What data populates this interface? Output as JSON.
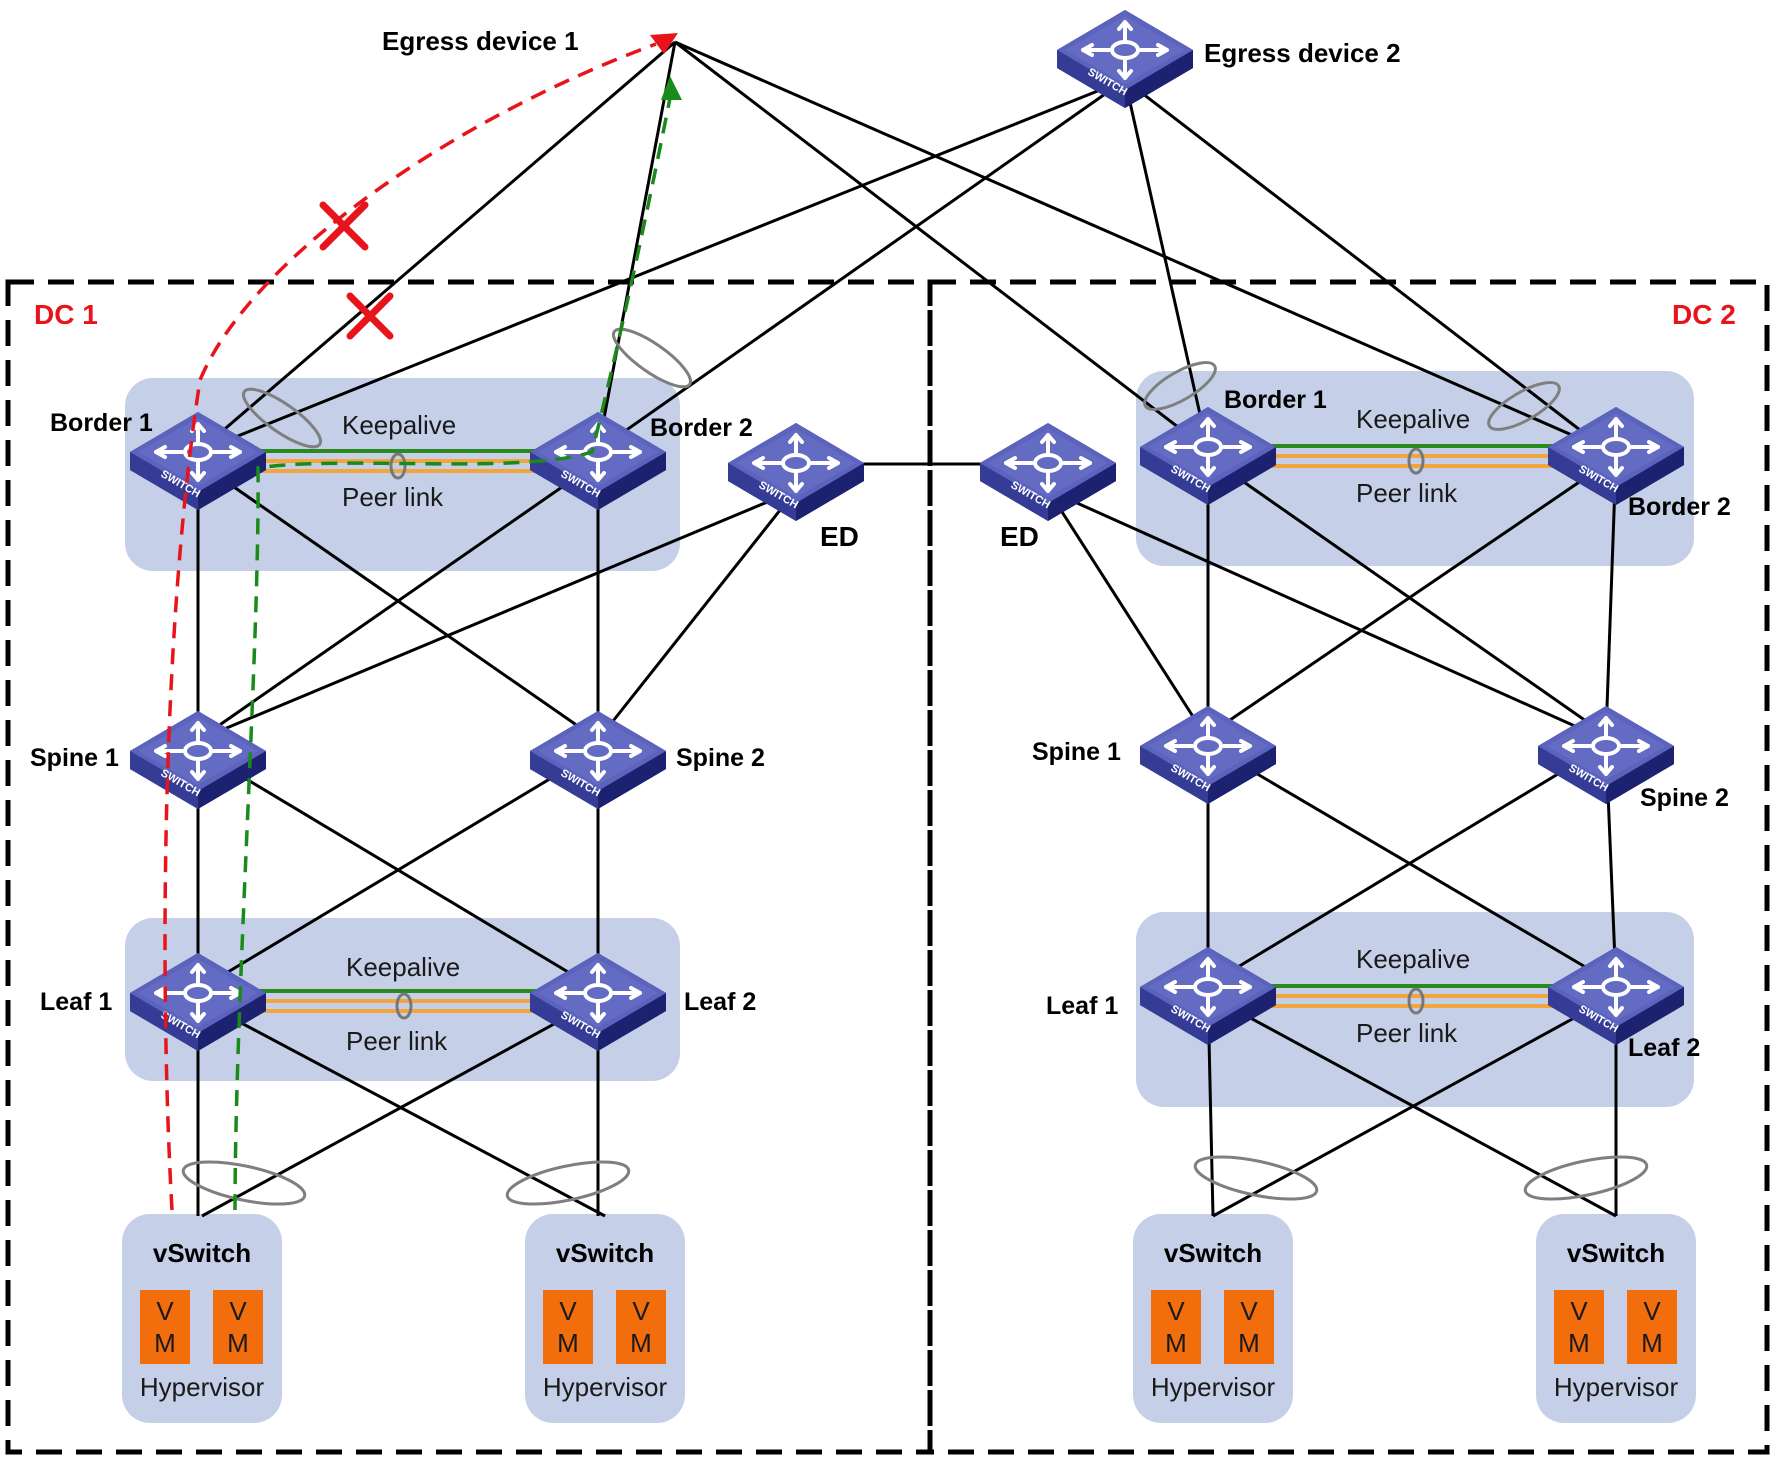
{
  "colors": {
    "switch_top": "#5b63bd",
    "switch_side": "#232a82",
    "group_fill": "#c5d0e8",
    "vm_fill": "#f26d0c",
    "keepalive": "#2a8a1e",
    "peer_link": "#f2a53a",
    "failed_path": "#e8141b",
    "backup_path": "#1a8a1a",
    "dc_border": "#000000"
  },
  "icons": {
    "switch": "switch-icon",
    "failure": "x-mark-icon",
    "lag": "link-aggregation-icon"
  },
  "switch_badge": "SWITCH",
  "egress": {
    "device1": "Egress device 1",
    "device2": "Egress device 2"
  },
  "dc1": {
    "title": "DC 1",
    "border1": "Border 1",
    "border2": "Border 2",
    "border_keepalive": "Keepalive",
    "border_peerlink": "Peer link",
    "spine1": "Spine 1",
    "spine2": "Spine 2",
    "leaf1": "Leaf 1",
    "leaf2": "Leaf 2",
    "leaf_keepalive": "Keepalive",
    "leaf_peerlink": "Peer link",
    "ed": "ED",
    "hosts": [
      {
        "vswitch": "vSwitch",
        "vm_v": "V",
        "vm_m": "M",
        "hypervisor": "Hypervisor"
      },
      {
        "vswitch": "vSwitch",
        "vm_v": "V",
        "vm_m": "M",
        "hypervisor": "Hypervisor"
      }
    ]
  },
  "dc2": {
    "title": "DC 2",
    "border1": "Border 1",
    "border2": "Border 2",
    "border_keepalive": "Keepalive",
    "border_peerlink": "Peer link",
    "spine1": "Spine 1",
    "spine2": "Spine 2",
    "leaf1": "Leaf 1",
    "leaf2": "Leaf 2",
    "leaf_keepalive": "Keepalive",
    "leaf_peerlink": "Peer link",
    "ed": "ED",
    "hosts": [
      {
        "vswitch": "vSwitch",
        "vm_v": "V",
        "vm_m": "M",
        "hypervisor": "Hypervisor"
      },
      {
        "vswitch": "vSwitch",
        "vm_v": "V",
        "vm_m": "M",
        "hypervisor": "Hypervisor"
      }
    ]
  }
}
